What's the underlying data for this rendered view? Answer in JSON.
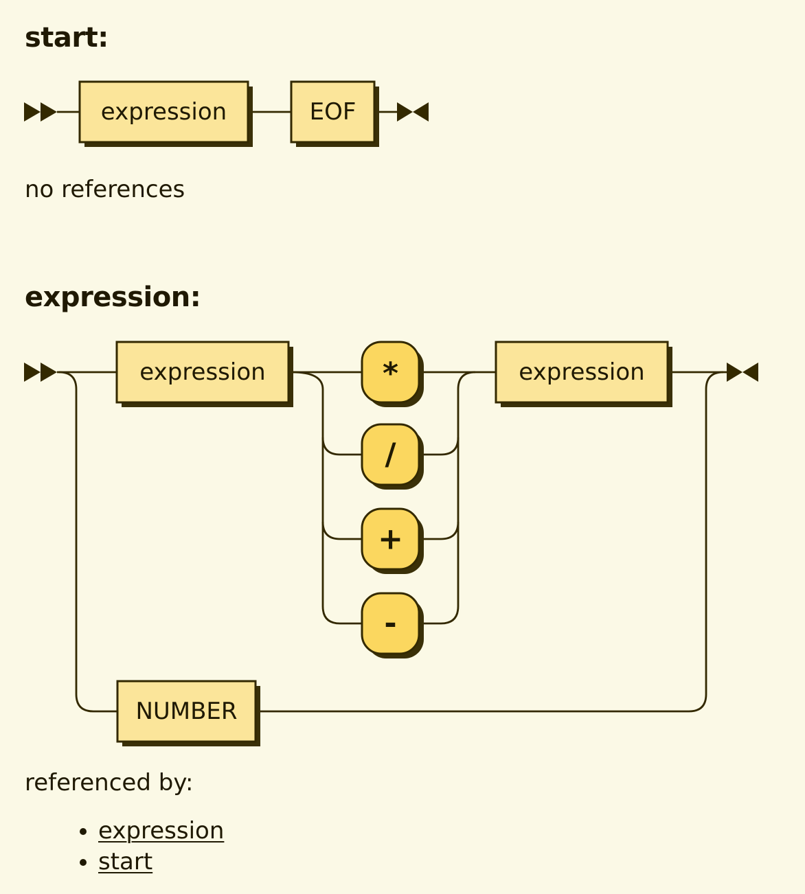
{
  "colors": {
    "background": "#FBF9E6",
    "line": "#332900",
    "nonterminal_fill": "#FBE59A",
    "terminal_fill": "#FBD75F",
    "text": "#1F1903"
  },
  "start_section": {
    "heading": "start:",
    "note": "no references",
    "diagram": {
      "expression_ref": "expression",
      "eof_token": "EOF"
    }
  },
  "expression_section": {
    "heading": "expression:",
    "note": "referenced by:",
    "diagram": {
      "left_expression_ref": "expression",
      "op_star": "*",
      "op_slash": "/",
      "op_plus": "+",
      "op_minus": "-",
      "right_expression_ref": "expression",
      "number_token": "NUMBER"
    },
    "references": [
      {
        "label": "expression"
      },
      {
        "label": "start"
      }
    ]
  }
}
